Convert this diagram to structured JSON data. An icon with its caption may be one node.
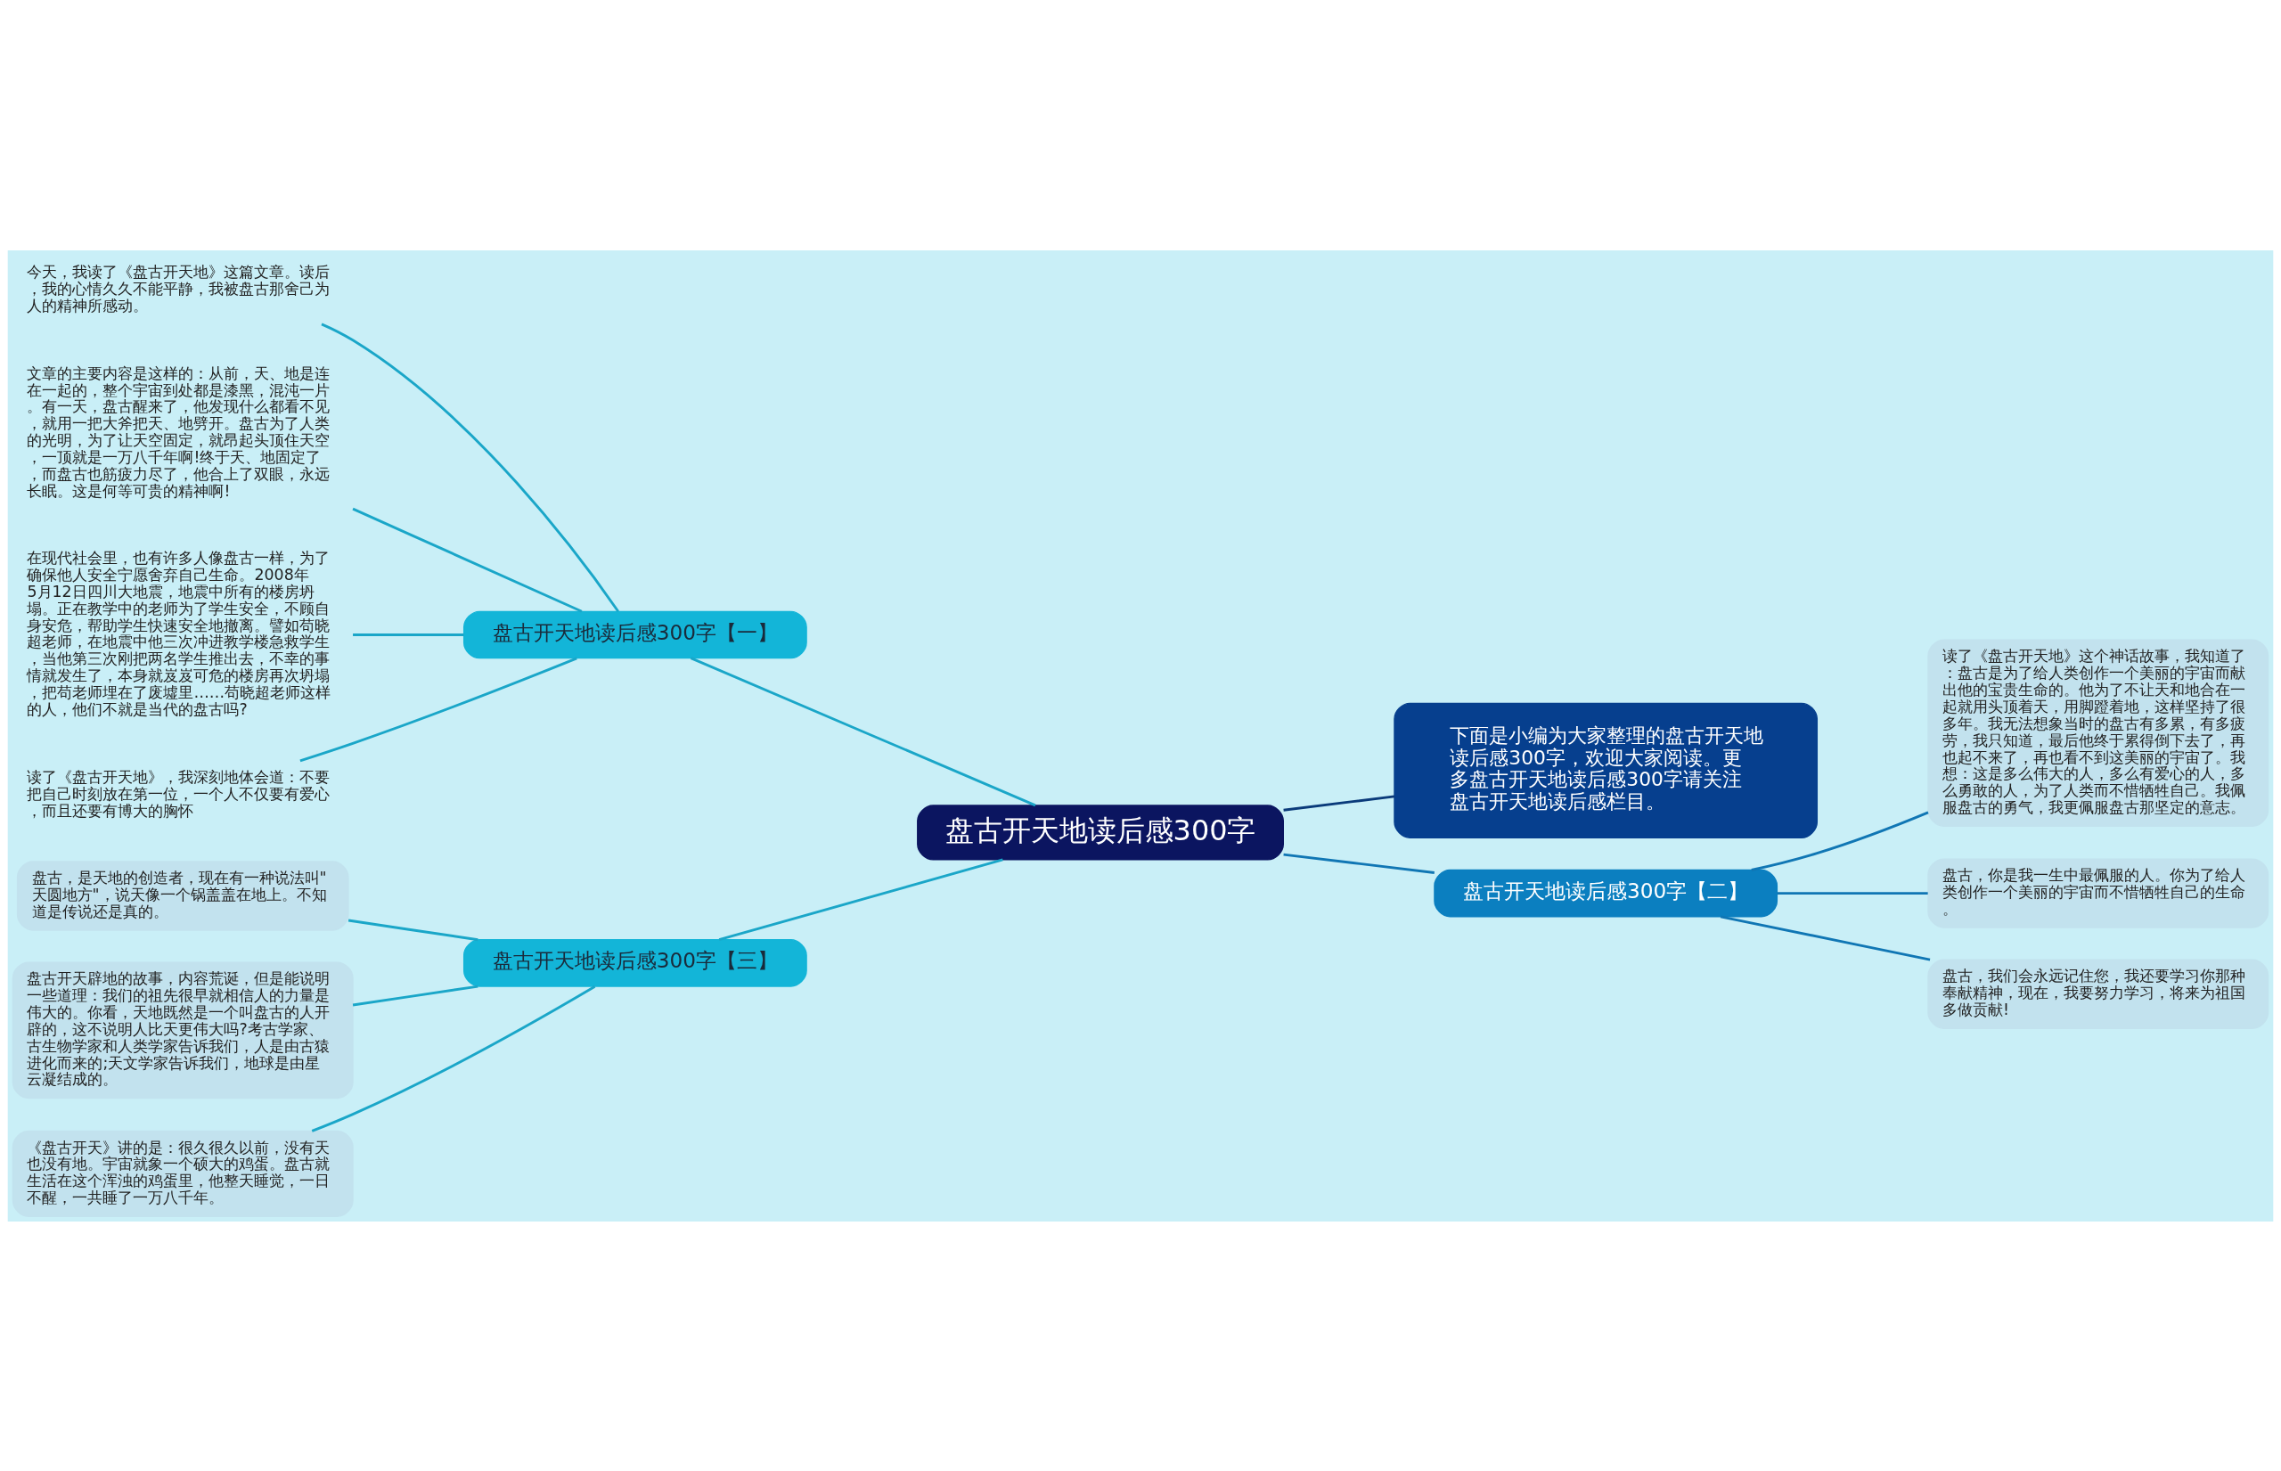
{
  "diagram": {
    "nodes": [
      {
        "text": [
          "盘古开天地读后感300字"
        ]
      },
      {
        "text": [
          "盘古开天地读后感300字【一】"
        ]
      },
      {
        "text": [
          "今天，我读了《盘古开天地》这篇文章。读后，我的心情久久不能平静，我被盘古那舍己为人的精神所感动。"
        ]
      },
      {
        "text": [
          "文章的主要内容是这样的：从前，天、地是连在一起的，整个宇宙到处都是漆黑，混沌一片。有一天，盘古醒来了，他发现什么都看不见，就用一把大斧把天、地劈开。盘古为了人类的光明，为了让天空固定，就昂起头顶住天空，一顶就是一万八千年啊!终于天、地固定了，而盘古也筋疲力尽了，他合上了双眼，永远长眠。这是何等可贵的精神啊!"
        ]
      },
      {
        "text": [
          "在现代社会里，也有许多人像盘古一样，为了确保他人安全宁愿舍弃自己生命。2008年5月12日四川大地震，地震中所有的楼房坍塌。正在教学中的老师为了学生安全，不顾自身安危，帮助学生快速安全地撤离。譬如苟晓超老师，在地震中他三次冲进教学楼急救学生，当他第三次刚把两名学生推出去，不幸的事情就发生了，本身就岌岌可危的楼房再次坍塌，把苟老师埋在了废墟里……苟晓超老师这样的人，他们不就是当代的盘古吗?"
        ]
      },
      {
        "text": [
          "读了《盘古开天地》，我深刻地体会道：不要把自己时刻放在第一位，一个人不仅要有爱心，而且还要有博大的胸怀"
        ]
      },
      {
        "text": [
          "下面是小编为大家整理的盘古开天地读后感300字，欢迎大家阅读。更多盘古开天地读后感300字请关注盘古开天地读后感栏目。"
        ]
      },
      {
        "text": [
          "盘古开天地读后感300字【二】"
        ]
      },
      {
        "text": [
          "读了《盘古开天地》这个神话故事，我知道了：盘古是为了给人类创作一个美丽的宇宙而献出他的宝贵生命的。他为了不让天和地合在一起就用头顶着天，用脚蹬着地，这样坚持了很多年。我无法想象当时的盘古有多累，有多疲劳，我只知道，最后他终于累得倒下去了，再也起不来了，再也看不到这美丽的宇宙了。我想：这是多么伟大的人，多么有爱心的人，多么勇敢的人，为了人类而不惜牺牲自己。我佩服盘古的勇气，我更佩服盘古那坚定的意志。"
        ]
      },
      {
        "text": [
          "盘古，你是我一生中最佩服的人。你为了给人类创作一个美丽的宇宙而不惜牺牲自己的生命。"
        ]
      },
      {
        "text": [
          "盘古，我们会永远记住您，我还要学习你那种奉献精神，现在，我要努力学习，将来为祖国多做贡献!"
        ]
      },
      {
        "text": [
          "盘古开天地读后感300字【三】"
        ]
      },
      {
        "text": [
          "盘古，是天地的创造者，现在有一种说法叫\"天圆地方\"，说天像一个锅盖盖在地上。不知道是传说还是真的。"
        ]
      },
      {
        "text": [
          "盘古开天辟地的故事，内容荒诞，但是能说明一些道理：我们的祖先很早就相信人的力量是伟大的。你看，天地既然是一个叫盘古的人开辟的，这不说明人比天更伟大吗?考古学家、古生物学家和人类学家告诉我们，人是由古猿进化而来的;天文学家告诉我们，地球是由星云凝结成的。"
        ]
      },
      {
        "text": [
          "《盘古开天》讲的是：很久很久以前，没有天也没有地。宇宙就象一个硕大的鸡蛋。盘古就生活在这个浑浊的鸡蛋里，他整天睡觉，一日不醒，一共睡了一万八千年。"
        ]
      }
    ],
    "edges": [
      {
        "from": 0,
        "to": 1,
        "arrow": "none"
      },
      {
        "from": 1,
        "to": 2,
        "arrow": "none"
      },
      {
        "from": 1,
        "to": 3,
        "arrow": "none"
      },
      {
        "from": 1,
        "to": 4,
        "arrow": "none"
      },
      {
        "from": 1,
        "to": 5,
        "arrow": "none"
      },
      {
        "from": 0,
        "to": 6,
        "arrow": "none",
        "color": "#0a3a7a"
      },
      {
        "from": 0,
        "to": 7,
        "arrow": "none",
        "color": "#1076b4"
      },
      {
        "from": 7,
        "to": 8,
        "arrow": "none",
        "color": "#1076b4"
      },
      {
        "from": 7,
        "to": 9,
        "arrow": "none",
        "color": "#1076b4"
      },
      {
        "from": 7,
        "to": 10,
        "arrow": "none",
        "color": "#1076b4"
      },
      {
        "from": 0,
        "to": 11,
        "arrow": "none"
      },
      {
        "from": 11,
        "to": 12,
        "arrow": "none"
      },
      {
        "from": 11,
        "to": 13,
        "arrow": "none"
      },
      {
        "from": 11,
        "to": 14,
        "arrow": "none"
      }
    ]
  }
}
